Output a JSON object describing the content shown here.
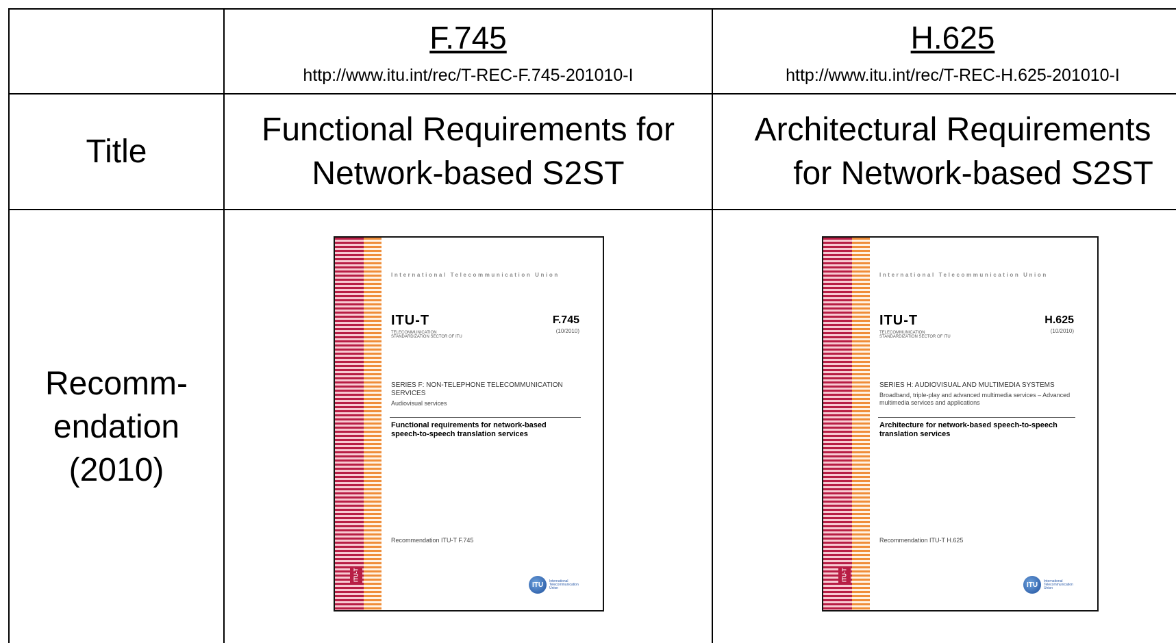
{
  "columns": [
    {
      "code": "F.745",
      "url": "http://www.itu.int/rec/T-REC-F.745-201010-I",
      "title_lines": [
        "Functional Requirements for",
        "Network-based S2ST"
      ],
      "cover": {
        "org": "International Telecommunication Union",
        "brand": "ITU-T",
        "sector": "TELECOMMUNICATION STANDARDIZATION SECTOR OF ITU",
        "code": "F.745",
        "date": "(10/2010)",
        "series": "SERIES F: NON-TELEPHONE TELECOMMUNICATION SERVICES",
        "series_sub": "Audiovisual services",
        "title": "Functional requirements for network-based speech-to-speech translation services",
        "bottom": "Recommendation ITU-T F.745",
        "spine": "ITU-T"
      }
    },
    {
      "code": "H.625",
      "url": "http://www.itu.int/rec/T-REC-H.625-201010-I",
      "title_lines": [
        "Architectural Requirements",
        "for Network-based S2ST"
      ],
      "cover": {
        "org": "International Telecommunication Union",
        "brand": "ITU-T",
        "sector": "TELECOMMUNICATION STANDARDIZATION SECTOR OF ITU",
        "code": "H.625",
        "date": "(10/2010)",
        "series": "SERIES H: AUDIOVISUAL AND MULTIMEDIA SYSTEMS",
        "series_sub": "Broadband, triple-play and advanced multimedia services – Advanced multimedia services and applications",
        "title": "Architecture for network-based speech-to-speech translation services",
        "bottom": "Recommendation ITU-T H.625",
        "spine": "ITU-T"
      }
    }
  ],
  "row_labels": {
    "title": "Title",
    "recommendation_lines": [
      "Recomm-",
      "endation",
      "(2010)"
    ]
  },
  "colors": {
    "border": "#000000",
    "stripe_red": "#b81e45",
    "stripe_orange": "#ef8d3a"
  }
}
